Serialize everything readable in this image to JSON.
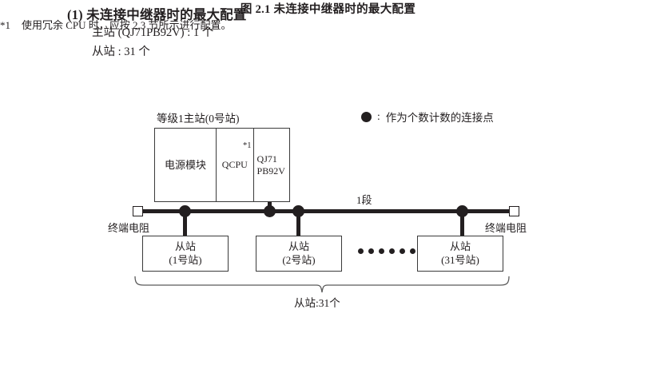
{
  "heading": {
    "number": "(1)",
    "title": "(1) 未连接中继器时的最大配置",
    "specs": [
      "主站 (QJ71PB92V) : 1 个",
      "从站 : 31 个"
    ]
  },
  "legend": {
    "symbol_icon": "filled-circle",
    "separator": ":",
    "text": "作为个数计数的连接点"
  },
  "diagram": {
    "master": {
      "caption": "等级1主站(0号站)",
      "cells": [
        {
          "label": "电源模块",
          "footnote_mark": ""
        },
        {
          "label": "QCPU",
          "footnote_mark": "*1"
        },
        {
          "label": "QJ71\nPB92V",
          "footnote_mark": ""
        }
      ],
      "cell_pb92v_line1": "QJ71",
      "cell_pb92v_line2": "PB92V"
    },
    "bus": {
      "segment_label": "1段",
      "terminator_left_label": "终端电阻",
      "terminator_right_label": "终端电阻",
      "terminator_icon": "open-square",
      "connection_dot_icon": "filled-circle",
      "connection_dot_count": 4
    },
    "slaves": [
      {
        "line1": "从站",
        "line2": "(1号站)"
      },
      {
        "line1": "从站",
        "line2": "(2号站)"
      },
      {
        "line1": "从站",
        "line2": "(31号站)"
      }
    ],
    "ellipsis_dot_count": 6,
    "brace_label": "从站:31个"
  },
  "figure_caption": "图 2.1  未连接中继器时的最大配置",
  "footnote": {
    "mark": "*1",
    "text": "使用冗余 CPU 时，应按 2.3 节所示进行配置。"
  },
  "colors": {
    "ink": "#231f20",
    "box_stroke": "#3a3a3a",
    "paper": "#ffffff"
  }
}
